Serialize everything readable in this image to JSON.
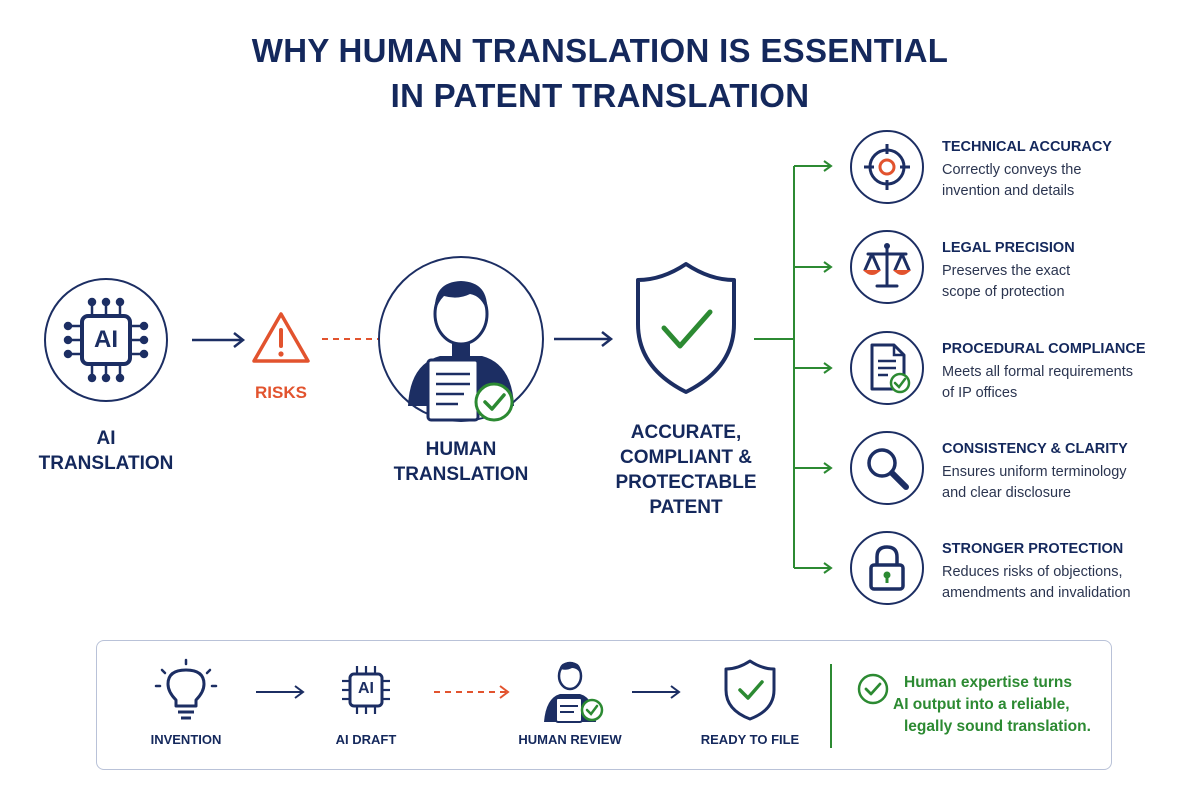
{
  "title_line1": "WHY HUMAN TRANSLATION IS ESSENTIAL",
  "title_line2": "IN PATENT TRANSLATION",
  "flow": {
    "ai_label_line1": "AI",
    "ai_label_line2": "TRANSLATION",
    "ai_chip_text": "AI",
    "risks_label": "RISKS",
    "human_label_line1": "HUMAN",
    "human_label_line2": "TRANSLATION",
    "result_line1": "ACCURATE,",
    "result_line2": "COMPLIANT &",
    "result_line3": "PROTECTABLE",
    "result_line4": "PATENT"
  },
  "benefits": [
    {
      "title": "TECHNICAL ACCURACY",
      "desc1": "Correctly conveys the",
      "desc2": "invention and details",
      "icon": "target-icon"
    },
    {
      "title": "LEGAL PRECISION",
      "desc1": "Preserves the exact",
      "desc2": "scope of protection",
      "icon": "scales-icon"
    },
    {
      "title": "PROCEDURAL COMPLIANCE",
      "desc1": "Meets all formal requirements",
      "desc2": "of IP offices",
      "icon": "document-check-icon"
    },
    {
      "title": "CONSISTENCY & CLARITY",
      "desc1": "Ensures uniform terminology",
      "desc2": "and clear disclosure",
      "icon": "magnifier-icon"
    },
    {
      "title": "STRONGER PROTECTION",
      "desc1": "Reduces risks of objections,",
      "desc2": "amendments and invalidation",
      "icon": "padlock-icon"
    }
  ],
  "process": {
    "steps": [
      {
        "label": "INVENTION",
        "icon": "lightbulb-icon"
      },
      {
        "label": "AI DRAFT",
        "icon": "ai-chip-icon"
      },
      {
        "label": "HUMAN REVIEW",
        "icon": "reviewer-icon"
      },
      {
        "label": "READY TO FILE",
        "icon": "shield-check-icon"
      }
    ],
    "chip_text": "AI",
    "tagline1": "Human expertise turns",
    "tagline2": "AI output into a reliable,",
    "tagline3": "legally sound translation."
  },
  "colors": {
    "navy": "#1c2e63",
    "orange": "#e2532e",
    "green": "#2c8a32"
  }
}
